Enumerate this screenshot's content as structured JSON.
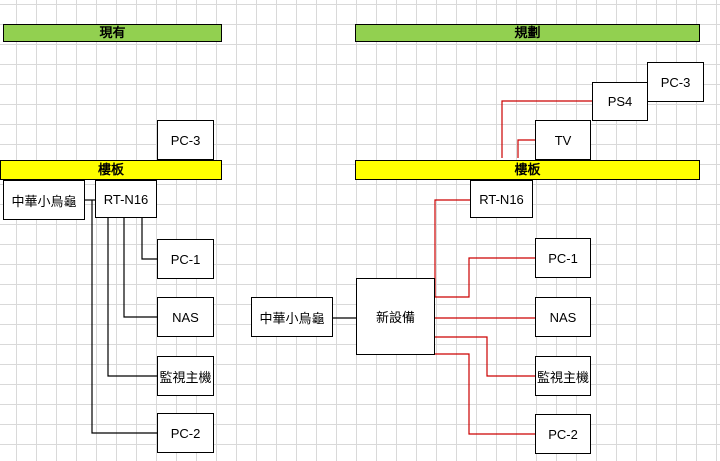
{
  "current": {
    "header": "現有",
    "floor": "樓板",
    "devices": {
      "pc3": "PC-3",
      "isp": "中華小烏龜",
      "router": "RT-N16",
      "pc1": "PC-1",
      "nas": "NAS",
      "dvr": "監視主機",
      "pc2": "PC-2"
    }
  },
  "planned": {
    "header": "規劃",
    "floor": "樓板",
    "devices": {
      "pc3": "PC-3",
      "ps4": "PS4",
      "tv": "TV",
      "router": "RT-N16",
      "isp": "中華小烏龜",
      "new_device": "新設備",
      "pc1": "PC-1",
      "nas": "NAS",
      "dvr": "監視主機",
      "pc2": "PC-2"
    }
  },
  "colors": {
    "header_bg": "#92d050",
    "floor_bg": "#ffff00",
    "existing_line": "#000000",
    "planned_line": "#cc0000"
  }
}
